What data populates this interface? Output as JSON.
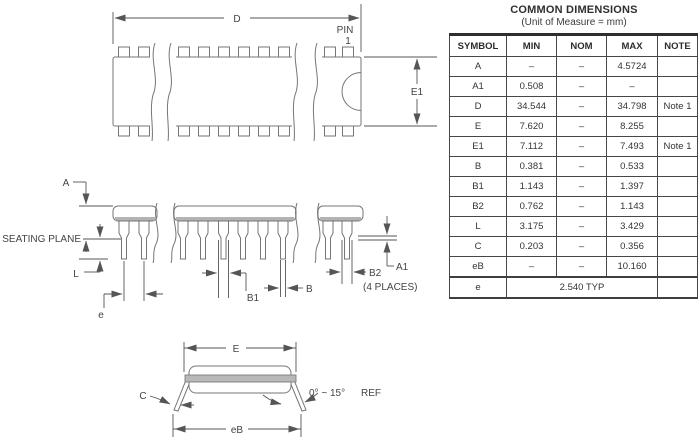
{
  "table_block": {
    "title": "COMMON DIMENSIONS",
    "subtitle": "(Unit of Measure = mm)",
    "headers": [
      "SYMBOL",
      "MIN",
      "NOM",
      "MAX",
      "NOTE"
    ],
    "rows": [
      {
        "symbol": "A",
        "min": "–",
        "nom": "–",
        "max": "4.5724",
        "note": ""
      },
      {
        "symbol": "A1",
        "min": "0.508",
        "nom": "–",
        "max": "–",
        "note": ""
      },
      {
        "symbol": "D",
        "min": "34.544",
        "nom": "–",
        "max": "34.798",
        "note": "Note 1"
      },
      {
        "symbol": "E",
        "min": "7.620",
        "nom": "–",
        "max": "8.255",
        "note": ""
      },
      {
        "symbol": "E1",
        "min": "7.112",
        "nom": "–",
        "max": "7.493",
        "note": "Note 1"
      },
      {
        "symbol": "B",
        "min": "0.381",
        "nom": "–",
        "max": "0.533",
        "note": ""
      },
      {
        "symbol": "B1",
        "min": "1.143",
        "nom": "–",
        "max": "1.397",
        "note": ""
      },
      {
        "symbol": "B2",
        "min": "0.762",
        "nom": "–",
        "max": "1.143",
        "note": ""
      },
      {
        "symbol": "L",
        "min": "3.175",
        "nom": "–",
        "max": "3.429",
        "note": ""
      },
      {
        "symbol": "C",
        "min": "0.203",
        "nom": "–",
        "max": "0.356",
        "note": ""
      },
      {
        "symbol": "eB",
        "min": "–",
        "nom": "–",
        "max": "10.160",
        "note": ""
      },
      {
        "symbol": "e",
        "span_value": "2.540 TYP",
        "note": ""
      }
    ]
  },
  "labels": {
    "d": "D",
    "pin": "PIN",
    "pin_number": "1",
    "e1": "E1",
    "a": "A",
    "seating_plane": "SEATING PLANE",
    "l": "L",
    "e_pitch": "e",
    "b1": "B1",
    "b": "B",
    "b2": "B2",
    "places": "(4 PLACES)",
    "a1": "A1",
    "e_width": "E",
    "c": "C",
    "angle": "0° ~ 15°",
    "ref": "REF",
    "eb": "eB"
  },
  "colors": {
    "line": "#767676",
    "dimension": "#555555",
    "text": "#444444",
    "band_fill": "#b8b8b8",
    "table_border": "#3f3f3f"
  }
}
